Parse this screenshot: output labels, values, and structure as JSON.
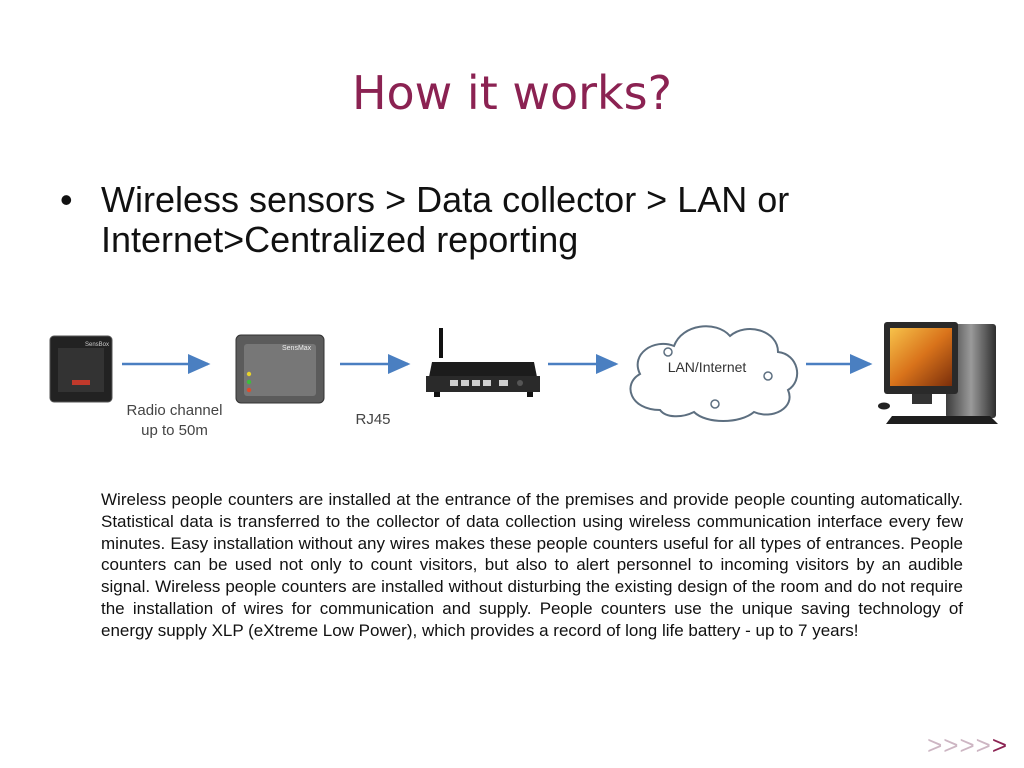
{
  "slide": {
    "title": "How it works?",
    "bullet_marker": "•",
    "bullet": "Wireless sensors > Data collector > LAN or Internet>Centralized reporting",
    "diagram": {
      "sensor_label": "SensBox",
      "collector_label": "SensMax",
      "radio_caption_line1": "Radio channel",
      "radio_caption_line2": "up to 50m",
      "rj45_caption": "RJ45",
      "cloud_label": "LAN/Internet"
    },
    "paragraph": "Wireless people counters are installed at the entrance of the premises and provide people counting automatically. Statistical data is transferred to the collector of data collection using wireless communication interface every few minutes. Easy installation without any wires makes these people counters useful for all types of entrances. People counters can be used not only to count visitors, but also to alert personnel to incoming visitors by an audible signal. Wireless people counters are installed without disturbing the existing design of the room and do not require the installation of wires for communication and supply. People counters use the unique saving technology of energy supply XLP (eXtreme Low Power), which provides a record of long life battery - up to 7 years!",
    "nav_dim": ">>>>",
    "nav_strong": ">",
    "colors": {
      "title": "#8b2252",
      "arrow": "#4a7fc1"
    }
  }
}
